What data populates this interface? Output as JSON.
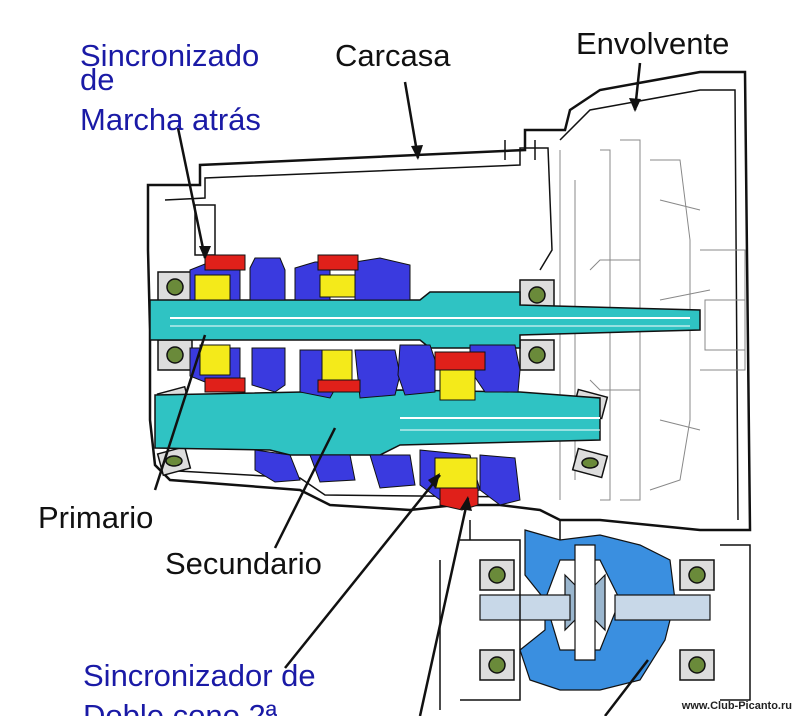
{
  "labels": {
    "sincronizado_line1": "Sincronizado",
    "sincronizado_line2": "de",
    "sincronizado_line3": "Marcha atrás",
    "carcasa": "Carcasa",
    "envolvente": "Envolvente",
    "primario": "Primario",
    "secundario": "Secundario",
    "sincronizador_line1": "Sincronizador de",
    "sincronizador_line2": "Doble cono 2ª"
  },
  "watermark": "www.Club-Picanto.ru",
  "colors": {
    "shaft": "#2fc3c3",
    "gear": "#3a3adf",
    "synchro_yellow": "#f4ea1a",
    "synchro_red": "#e0201a",
    "differential": "#3a8fe0",
    "bearing": "#6a8a3a",
    "outline": "#111111",
    "label_blue": "#1a1aa6"
  }
}
